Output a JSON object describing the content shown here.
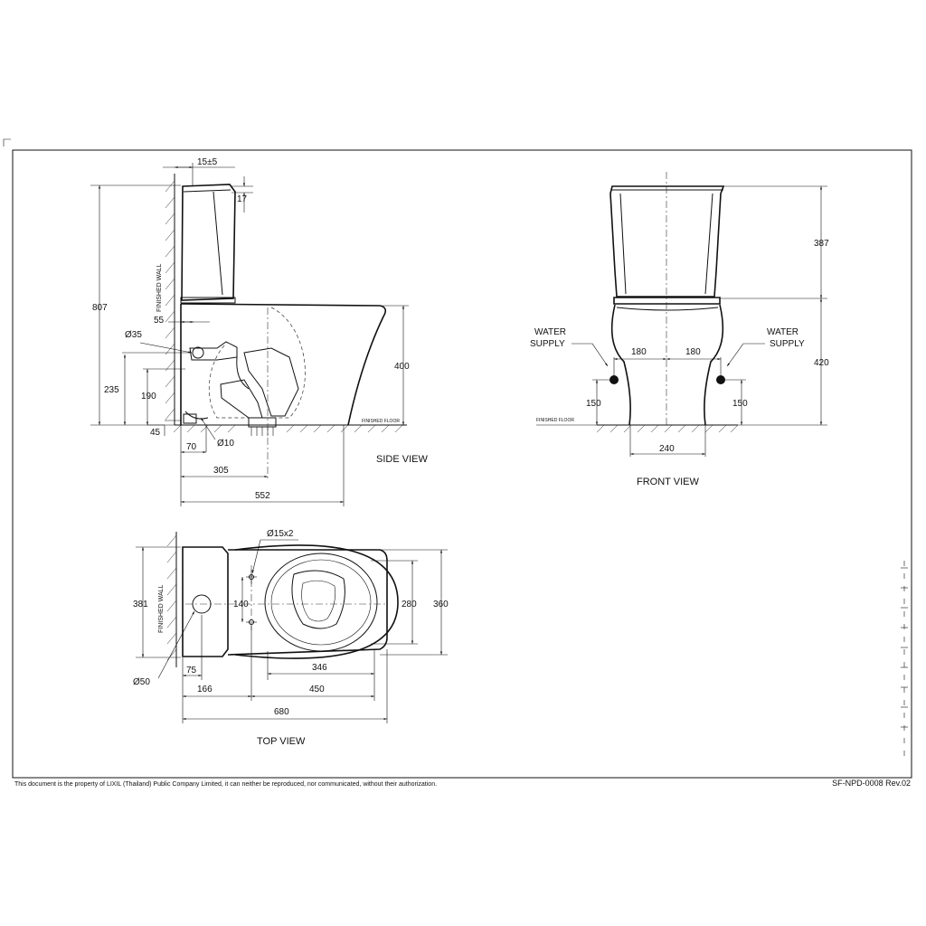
{
  "views": {
    "side": {
      "title": "SIDE VIEW",
      "wall_label": "FINISHED WALL",
      "floor_label": "FINISHED FLOOR",
      "dims": {
        "lid_offset": "15±5",
        "lid_height": "17",
        "overall_height": "807",
        "inlet_offset": "55",
        "inlet_dia": "Ø35",
        "inlet_height": "235",
        "inlet_center": "190",
        "floor_gap": "45",
        "seat_height": "400",
        "outlet_offset": "70",
        "bolt_dia": "Ø10",
        "outlet_center": "305",
        "overall_depth": "552"
      }
    },
    "front": {
      "title": "FRONT VIEW",
      "floor_label": "FINISHED FLOOR",
      "supply_left": [
        "WATER",
        "SUPPLY"
      ],
      "supply_right": [
        "WATER",
        "SUPPLY"
      ],
      "dims": {
        "tank_height": "387",
        "bowl_height": "420",
        "supply_left_offset": "180",
        "supply_right_offset": "180",
        "supply_left_height": "150",
        "supply_right_height": "150",
        "base_width": "240"
      }
    },
    "top": {
      "title": "TOP VIEW",
      "wall_label": "FINISHED WALL",
      "dims": {
        "fixing_holes": "Ø15x2",
        "overall_width": "381",
        "hole_spacing": "140",
        "bowl_width": "280",
        "body_width": "360",
        "outlet_dia": "Ø50",
        "outlet_offset": "75",
        "hole_offset": "166",
        "bowl_length": "346",
        "body_length": "450",
        "overall_length": "680"
      }
    }
  },
  "footer": {
    "disclaimer": "This document is the property of LIXIL (Thailand) Public Company Limited, it can neither be reproduced, nor communicated, without their authorization.",
    "doc_code": "SF-NPD-0008 Rev.02"
  }
}
